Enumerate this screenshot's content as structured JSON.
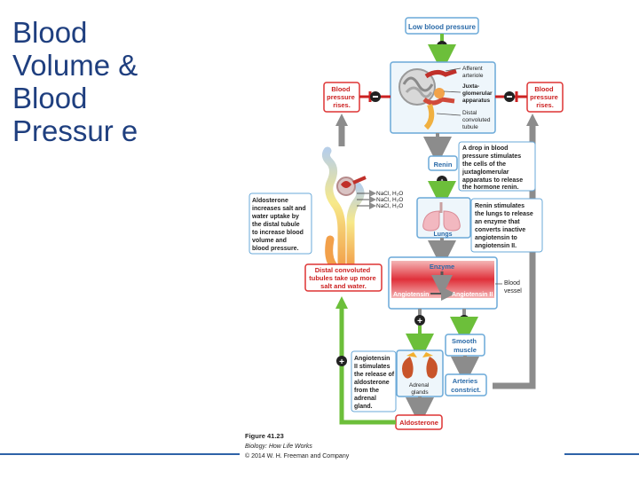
{
  "slide": {
    "title": "Blood Volume & Blood Pressur e"
  },
  "diagram": {
    "low_bp": "Low blood pressure",
    "bp_rises": [
      "Blood",
      "pressure",
      "rises."
    ],
    "afferent": [
      "Afferent",
      "arteriole"
    ],
    "juxta": [
      "Juxta-",
      "glomerular",
      "apparatus"
    ],
    "distal_label": [
      "Distal",
      "convoluted",
      "tubule"
    ],
    "drop_text": [
      "A drop in blood",
      "pressure stimulates",
      "the cells of the",
      "juxtaglomerular",
      "apparatus to release",
      "the hormone renin."
    ],
    "renin": "Renin",
    "renin_text": [
      "Renin stimulates",
      "the lungs to release",
      "an enzyme that",
      "converts inactive",
      "angiotensin to",
      "angiotensin II."
    ],
    "lungs": "Lungs",
    "enzyme": "Enzyme",
    "angiotensin": "Angiotensin",
    "angiotensin2": "Angiotensin II",
    "blood_vessel": [
      "Blood",
      "vessel"
    ],
    "aldosterone_text": [
      "Aldosterone",
      "increases salt and",
      "water uptake by",
      "the distal tubule",
      "to increase blood",
      "volume and",
      "blood pressure."
    ],
    "nacl": [
      "NaCl, H₂O",
      "NaCl, H₂O",
      "NaCl, H₂O"
    ],
    "distal_box": [
      "Distal convoluted",
      "tubules take up more",
      "salt and water."
    ],
    "ang2_text": [
      "Angiotensin",
      "II stimulates",
      "the release of",
      "aldosterone",
      "from the",
      "adrenal",
      "gland."
    ],
    "adrenal": [
      "Adrenal",
      "glands"
    ],
    "smooth": [
      "Smooth",
      "muscle"
    ],
    "arteries": [
      "Arteries",
      "constrict."
    ],
    "aldosterone": "Aldosterone",
    "plus": "+",
    "figure_no": "Figure 41.23",
    "book": "Biology: How Life Works",
    "copyright": "© 2014 W. H. Freeman and Company"
  }
}
